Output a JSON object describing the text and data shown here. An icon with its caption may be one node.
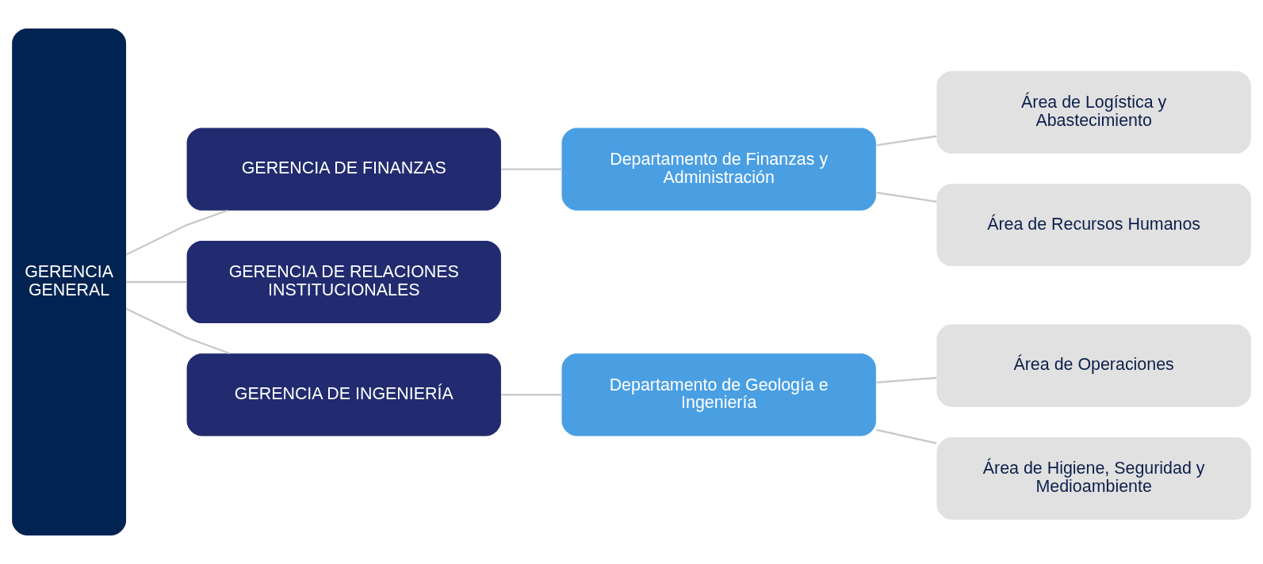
{
  "diagram": {
    "nodes": [
      {
        "text": [
          "GERENCIA GENERAL"
        ]
      },
      {
        "text": [
          "GERENCIA DE FINANZAS"
        ]
      },
      {
        "text": [
          "GERENCIA DE RELACIONES INSTITUCIONALES"
        ]
      },
      {
        "text": [
          "GERENCIA DE INGENIERÍA"
        ]
      },
      {
        "text": [
          "Departamento de Finanzas y Administración"
        ]
      },
      {
        "text": [
          "Área de Logística y Abastecimiento"
        ]
      },
      {
        "text": [
          "Área de Recursos Humanos"
        ]
      },
      {
        "text": [
          "Departamento de Geología e Ingeniería"
        ]
      },
      {
        "text": [
          "Área de Operaciones"
        ]
      },
      {
        "text": [
          "Área de Higiene, Seguridad y Medioambiente"
        ]
      }
    ],
    "edges": [
      {
        "from": 0,
        "to": 1,
        "arrow": "none"
      },
      {
        "from": 0,
        "to": 2,
        "arrow": "none"
      },
      {
        "from": 0,
        "to": 3,
        "arrow": "none"
      },
      {
        "from": 1,
        "to": 4,
        "arrow": "none"
      },
      {
        "from": 4,
        "to": 5,
        "arrow": "none"
      },
      {
        "from": 4,
        "to": 6,
        "arrow": "none"
      },
      {
        "from": 3,
        "to": 7,
        "arrow": "none"
      },
      {
        "from": 7,
        "to": 8,
        "arrow": "none"
      },
      {
        "from": 7,
        "to": 9,
        "arrow": "none"
      }
    ]
  }
}
